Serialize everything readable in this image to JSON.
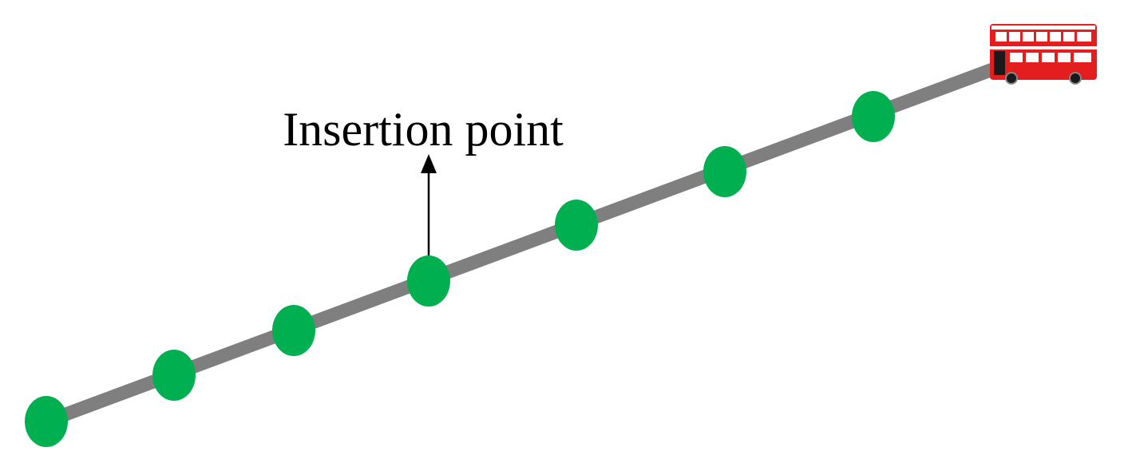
{
  "annotation": {
    "label": "Insertion point"
  },
  "route": {
    "stop_count": 7,
    "insertion_stop_index": 3,
    "has_bus": true
  },
  "colors": {
    "route_line": "#7f7f7f",
    "stop": "#00b050",
    "text": "#000000",
    "arrow": "#000000",
    "bus_body": "#e41e1e",
    "bus_window": "#ffffff",
    "bus_wheel": "#1a1a1a"
  },
  "icons": {
    "stop": "circle-stop-icon",
    "vehicle": "double-decker-bus-icon",
    "pointer": "arrow-up-icon"
  }
}
